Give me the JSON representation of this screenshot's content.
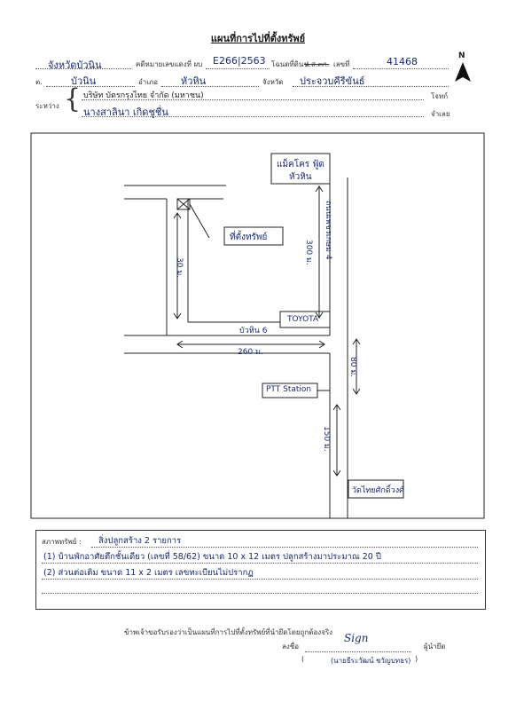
{
  "header": {
    "title": "แผนที่การไปที่ตั้งทรัพย์",
    "province_handwritten": "จังหวัดบัวนิน",
    "red_number_label": "คดีหมายเลขแดงที่ ผบ",
    "red_number_value": "E266|2563",
    "deed_label": "โฉนดที่ดิน /",
    "deed_struck": "น.ส.๓ก.",
    "number_label": "เลขที่",
    "number_value": "41468",
    "subdistrict_label": "ต.",
    "subdistrict_value": "บัวนิน",
    "district_label": "อำเภอ",
    "district_value": "หัวหิน",
    "province_label": "จังหวัด",
    "province_value": "ประจวบคีรีขันธ์",
    "between_label": "ระหว่าง",
    "plaintiff_name": "บริษัท บัตรกรุงไทย จำกัด (มหาชน)",
    "plaintiff_label": "โจทก์",
    "defendant_name": "นางสาลินา เกิดชูชื่น",
    "defendant_label": "จำเลย"
  },
  "north": {
    "letter": "N"
  },
  "map": {
    "makro": "แม็คโคร ฟู้ด",
    "makro2": "หัวหิน",
    "property": "ที่ตั้งทรัพย์",
    "road_4": "ถนนเพชรเกษม 4",
    "dist_300": "300 ม.",
    "dist_30": "30 ม.",
    "toyota": "TOYOTA",
    "road_6": "บัวหิน 6",
    "dist_260": "260 ม.",
    "dist_80": "80 ม.",
    "ptt": "PTT Station",
    "dist_150": "150 ม.",
    "temple": "วัดไทยศักดิ์วงศ์"
  },
  "condition": {
    "label": "สภาพทรัพย์ :",
    "line1": "สิ่งปลูกสร้าง 2 รายการ",
    "line2": "(1) บ้านพักอาศัยตึกชั้นเดียว (เลขที่ 58/62) ขนาด 10 x 12 เมตร ปลูกสร้างมาประมาณ 20 ปี",
    "line3": "(2) ส่วนต่อเติม ขนาด 11 x 2 เมตร เลขทะเบียนไม่ปรากฏ"
  },
  "footer": {
    "certify": "ข้าพเจ้าขอรับรองว่าเป็นแผนที่การไปที่ตั้งทรัพย์ที่นำยึดโดยถูกต้องจริง",
    "sign_label": "ลงชื่อ",
    "signature": "Sign",
    "role": "ผู้นำยึด",
    "printed_name": "(นายธีระวัฒน์ ชวัญบทธร)",
    "open_paren": "(",
    "close_paren": ")"
  }
}
